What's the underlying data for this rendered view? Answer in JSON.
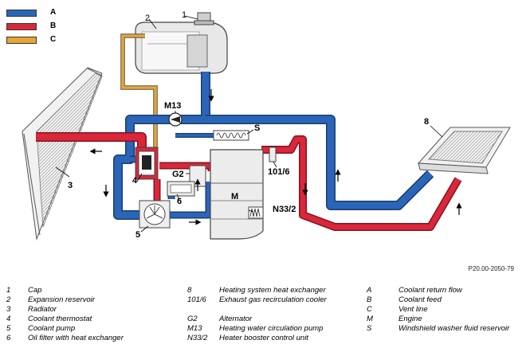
{
  "key": [
    {
      "letter": "A",
      "color": "#2a65b8"
    },
    {
      "letter": "B",
      "color": "#d8283a"
    },
    {
      "letter": "C",
      "color": "#e8a632"
    }
  ],
  "diagram_labels": {
    "n1": "1",
    "n2": "2",
    "n3": "3",
    "n4": "4",
    "n5": "5",
    "n6": "6",
    "n8": "8",
    "m13": "M13",
    "s": "S",
    "g2": "G2",
    "m": "M",
    "n33": "N33/2",
    "r101": "101/6"
  },
  "figure_code": "P20.00-2050-79",
  "legend": {
    "col1": [
      {
        "num": "1",
        "text": "Cap"
      },
      {
        "num": "2",
        "text": "Expansion reservoir"
      },
      {
        "num": "3",
        "text": "Radiator"
      },
      {
        "num": "4",
        "text": "Coolant thermostat"
      },
      {
        "num": "5",
        "text": "Coolant pump"
      },
      {
        "num": "6",
        "text": "Oil filter with heat exchanger"
      }
    ],
    "col2": [
      {
        "num": "8",
        "text": "Heating system heat exchanger"
      },
      {
        "num": "101/6",
        "text": "Exhaust gas recirculation cooler"
      },
      {
        "num": "G2",
        "text": "Alternator"
      },
      {
        "num": "M13",
        "text": "Heating water circulation pump"
      },
      {
        "num": "N33/2",
        "text": "Heater booster control unit"
      }
    ],
    "col3": [
      {
        "num": "A",
        "text": "Coolant return flow"
      },
      {
        "num": "B",
        "text": "Coolant feed"
      },
      {
        "num": "C",
        "text": "Vent line"
      },
      {
        "num": "M",
        "text": "Engine"
      },
      {
        "num": "S",
        "text": "Windshield washer fluid reservoir"
      }
    ]
  }
}
